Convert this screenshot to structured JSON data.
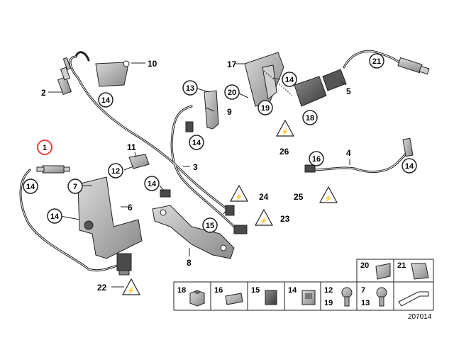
{
  "diagram": {
    "drawing_number": "207014",
    "highlighted_part": "1",
    "callouts": {
      "p1": "1",
      "p2": "2",
      "p3": "3",
      "p4": "4",
      "p5": "5",
      "p6": "6",
      "p7": "7",
      "p8": "8",
      "p9": "9",
      "p10": "10",
      "p11": "11",
      "p12": "12",
      "p13": "13",
      "p14": "14",
      "p15": "15",
      "p16": "16",
      "p17": "17",
      "p18": "18",
      "p19": "19",
      "p20": "20",
      "p21": "21",
      "p22": "22",
      "p23": "23",
      "p24": "24",
      "p25": "25",
      "p26": "26"
    },
    "legend": {
      "c18": "18",
      "c16": "16",
      "c15": "15",
      "c14": "14",
      "c12": "12",
      "c19": "19",
      "c7": "7",
      "c13": "13",
      "c20": "20",
      "c21": "21"
    },
    "colors": {
      "highlight": "#e0403a",
      "line": "#000000",
      "part_fill": "#9a9a9a",
      "dark_fill": "#4a4a4a"
    }
  }
}
